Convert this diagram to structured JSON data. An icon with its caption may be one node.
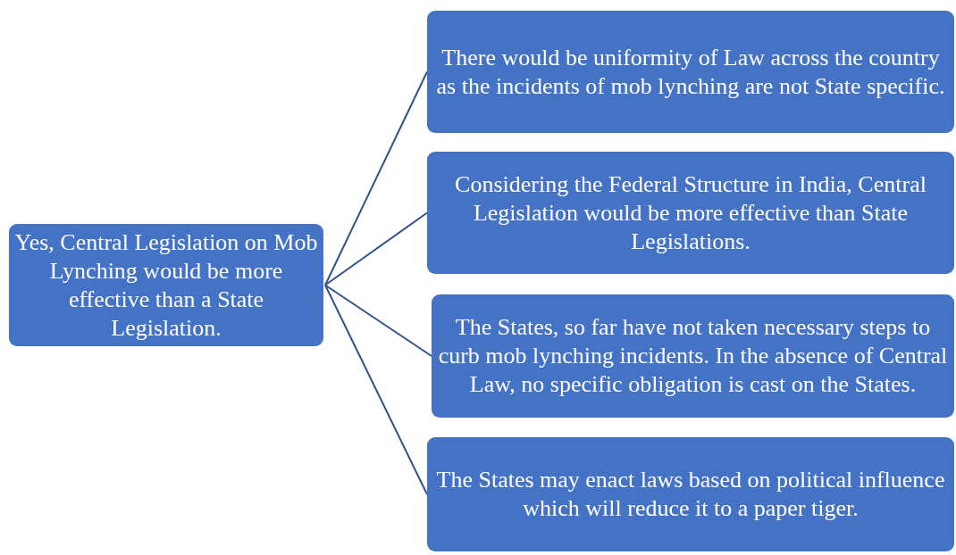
{
  "diagram": {
    "nodes": [
      {
        "text": [
          "Yes, Central Legislation on Mob Lynching would be more effective than a State Legislation."
        ]
      },
      {
        "text": [
          "There would be uniformity of Law across the country as the incidents of mob lynching are not State specific."
        ]
      },
      {
        "text": [
          "Considering the Federal Structure in India, Central Legislation would be more effective than State Legislations."
        ]
      },
      {
        "text": [
          "The States, so far have not taken necessary steps to curb mob lynching incidents. In the absence of Central Law, no specific obligation is cast on the States."
        ]
      },
      {
        "text": [
          "The States may enact laws based on political influence which will reduce it to a paper tiger."
        ]
      }
    ],
    "edges": [
      {
        "from": 0,
        "to": 1,
        "arrow": "none"
      },
      {
        "from": 0,
        "to": 2,
        "arrow": "none"
      },
      {
        "from": 0,
        "to": 3,
        "arrow": "none"
      },
      {
        "from": 0,
        "to": 4,
        "arrow": "none"
      }
    ]
  }
}
